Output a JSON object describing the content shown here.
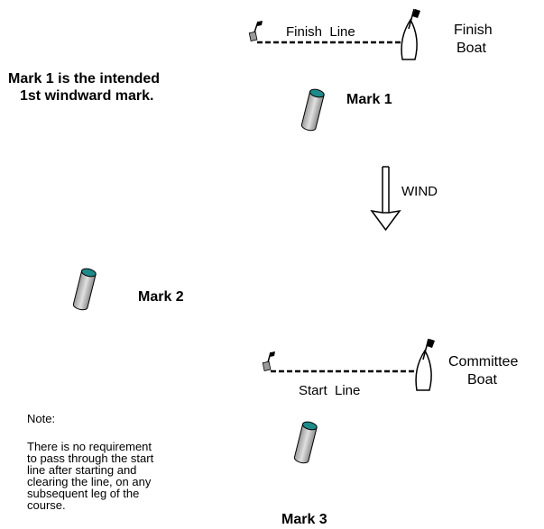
{
  "diagram": {
    "finish_line_label": "Finish  Line",
    "finish_boat_label": [
      "Finish",
      "Boat"
    ],
    "intro_note": [
      "Mark 1 is the intended",
      "1st windward mark."
    ],
    "mark1_label": "Mark 1",
    "wind_label": "WIND",
    "mark2_label": "Mark 2",
    "start_line_label": "Start  Line",
    "committee_boat_label": [
      "Committee",
      "Boat"
    ],
    "note_heading": "Note:",
    "note_body": [
      "There is no requirement",
      "to pass through the start",
      "line after starting and",
      "clearing the line, on any",
      "subsequent leg of the",
      "course."
    ],
    "mark3_label": "Mark 3",
    "colors": {
      "mark_top": "#1f8a8a",
      "mark_body": "#c8c8c8",
      "line": "#000000"
    }
  }
}
